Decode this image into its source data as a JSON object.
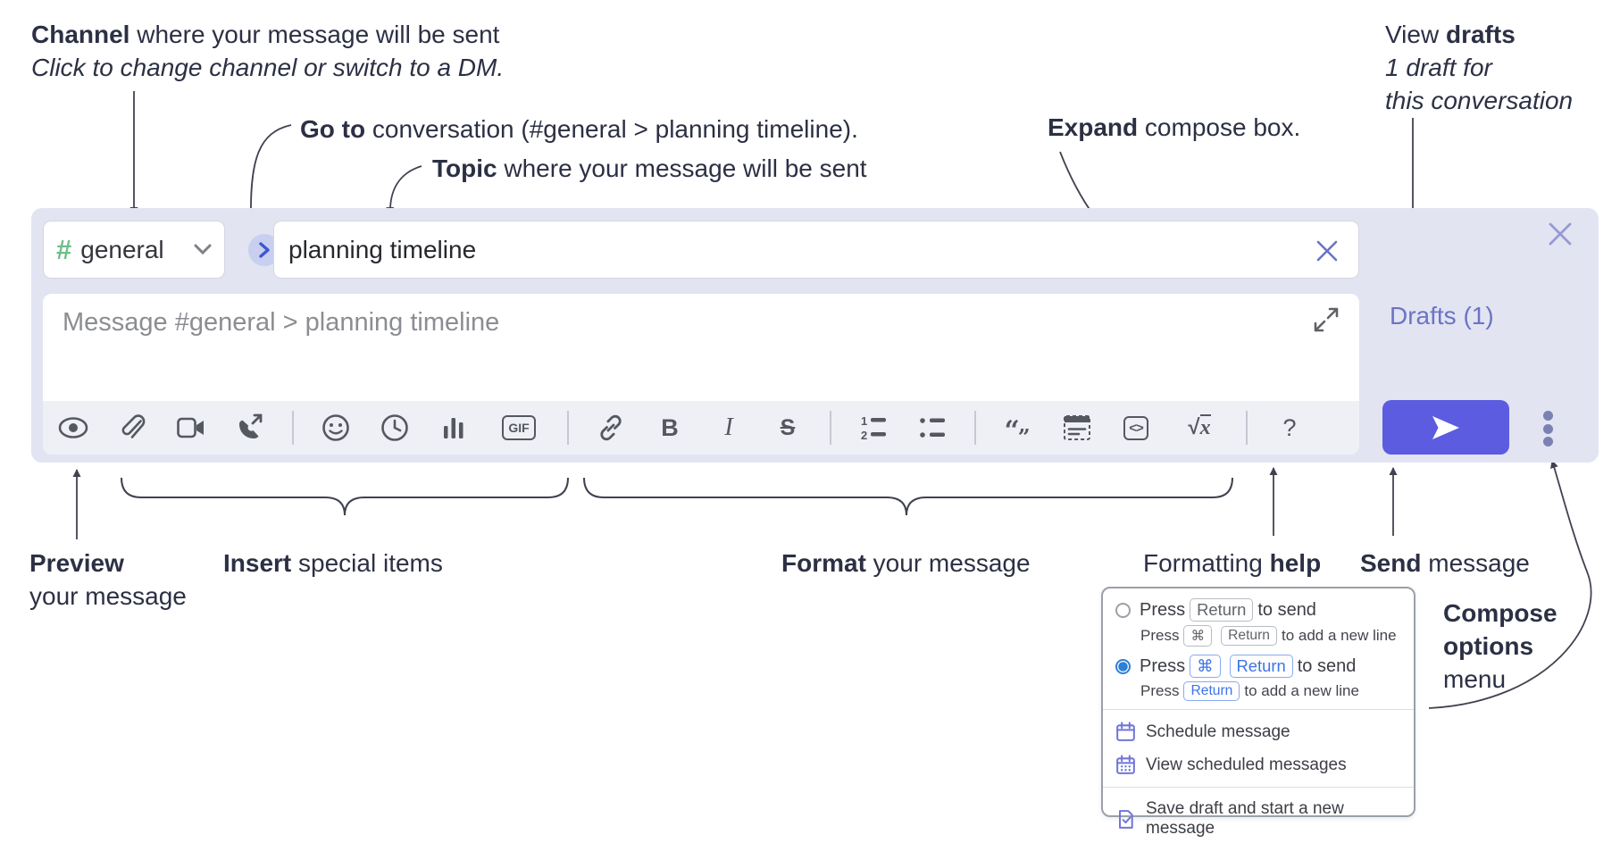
{
  "annotations": {
    "channel": {
      "bold": "Channel",
      "rest": " where your message will be sent",
      "sub_italic": "Click to change channel or switch to a DM."
    },
    "go_to": {
      "bold": "Go to",
      "rest": " conversation (#general > planning timeline)."
    },
    "topic": {
      "bold": "Topic",
      "rest": " where your message will be sent"
    },
    "expand": {
      "bold": "Expand",
      "rest": " compose box."
    },
    "view_drafts": {
      "pre": "View ",
      "bold": "drafts",
      "line2_italic": "1 draft for",
      "line3_italic": "this conversation"
    },
    "preview": {
      "bold": "Preview",
      "line2": "your message"
    },
    "insert": {
      "bold": "Insert",
      "rest": " special items"
    },
    "format": {
      "bold": "Format",
      "rest": " your message"
    },
    "formatting_help": {
      "pre": "Formatting ",
      "bold": "help"
    },
    "send": {
      "bold": "Send",
      "rest": " message"
    },
    "compose_options": {
      "line1_bold": "Compose",
      "line2_bold": "options",
      "line3": "menu"
    }
  },
  "compose_box": {
    "channel_picker": {
      "hash_icon": "#",
      "channel_name": "general"
    },
    "go_to_button_glyph": "›",
    "topic_input": {
      "value": "planning timeline"
    },
    "message_input": {
      "placeholder": "Message #general > planning timeline"
    },
    "drafts_link": "Drafts (1)",
    "toolbar": {
      "icons": [
        "preview",
        "attach-file",
        "start-video-call",
        "start-voice-call",
        "add-emoji",
        "add-global-time",
        "add-poll",
        "add-gif",
        "link",
        "bold",
        "italic",
        "strikethrough",
        "numbered-list",
        "bulleted-list",
        "quote",
        "spoiler",
        "code",
        "math",
        "message-formatting-help"
      ],
      "glyphs": {
        "bold": "B",
        "italic": "I",
        "strikethrough": "S",
        "gif": "GIF",
        "code": "<>",
        "quote_open": "“",
        "quote_close": "”",
        "math_radical": "√",
        "math_x": "x",
        "help": "?",
        "ol_1": "1",
        "ol_2": "2"
      }
    }
  },
  "options_menu": {
    "radio_options": [
      {
        "selected": false,
        "press": "Press",
        "key1": "Return",
        "suffix": "to send",
        "sub": {
          "press": "Press",
          "key1": "⌘",
          "key2": "Return",
          "suffix": "to add a new line"
        }
      },
      {
        "selected": true,
        "press": "Press",
        "key1": "⌘",
        "key2": "Return",
        "suffix": "to send",
        "sub": {
          "press": "Press",
          "key1": "Return",
          "suffix": "to add a new line"
        }
      }
    ],
    "items": [
      {
        "icon": "calendar-icon",
        "label": "Schedule message"
      },
      {
        "icon": "calendar-grid-icon",
        "label": "View scheduled messages"
      },
      {
        "icon": "save-draft-icon",
        "label": "Save draft and start a new message"
      }
    ]
  },
  "colors": {
    "compose_bg": "#e2e4f2",
    "accent_indigo": "#5b5ce0",
    "link_purple": "#6b74c4",
    "hash_green": "#70bd8b",
    "radio_blue": "#2f7fd6",
    "kbd_blue": "#3e74e8",
    "menu_icon_purple": "#7176d6",
    "icon_gray": "#55585e",
    "annotation_ink": "#2c3044"
  }
}
